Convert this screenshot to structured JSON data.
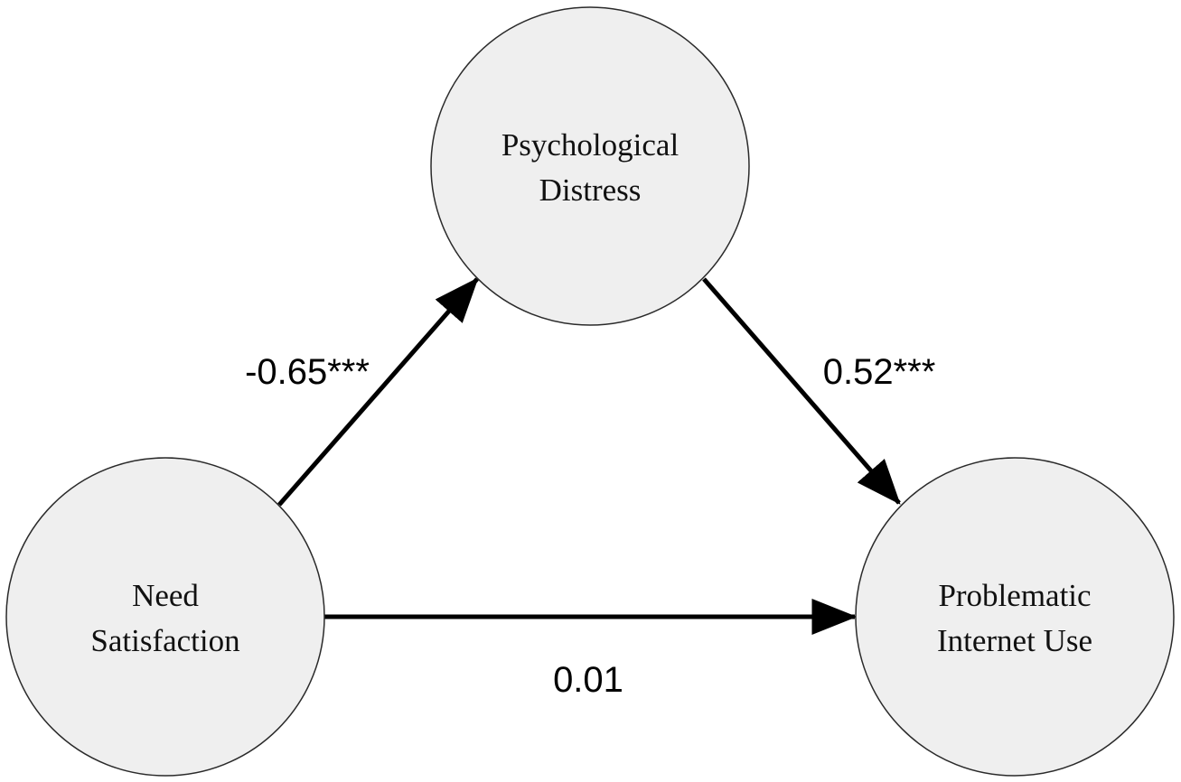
{
  "nodes": {
    "psychological_distress": {
      "line1": "Psychological",
      "line2": "Distress"
    },
    "need_satisfaction": {
      "line1": "Need",
      "line2": "Satisfaction"
    },
    "problematic_internet_use": {
      "line1": "Problematic",
      "line2": "Internet Use"
    }
  },
  "edges": {
    "need_to_distress": {
      "coefficient": "-0.65***"
    },
    "distress_to_piu": {
      "coefficient": "0.52***"
    },
    "need_to_piu": {
      "coefficient": "0.01"
    }
  }
}
